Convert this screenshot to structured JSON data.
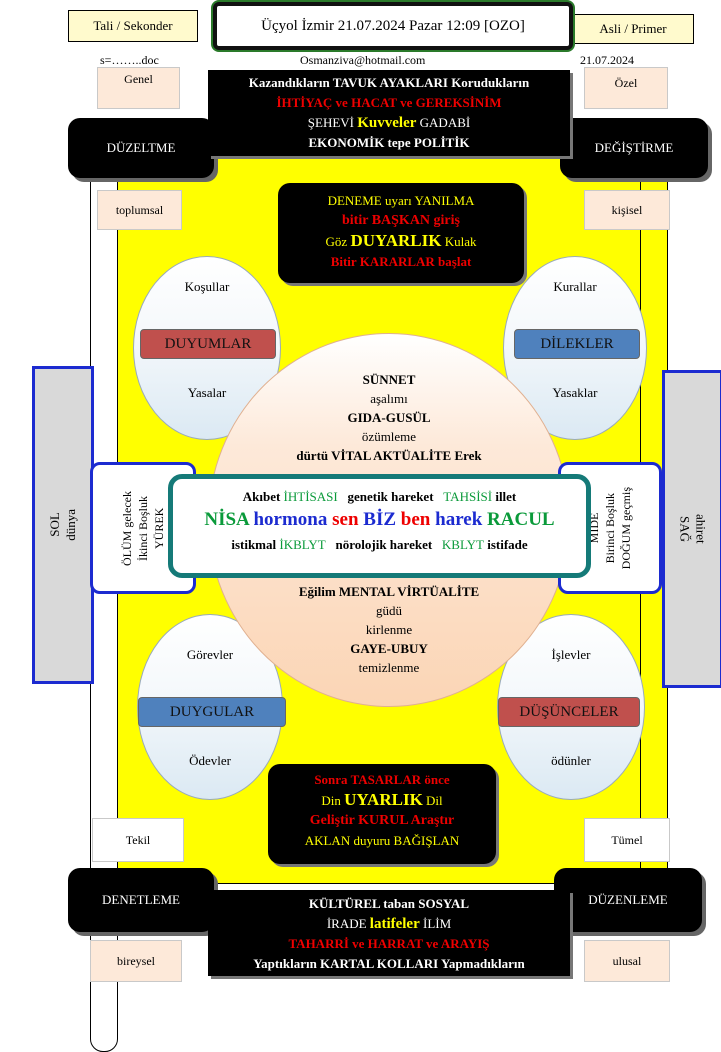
{
  "header": {
    "left_scroll": "Tali  / Sekonder",
    "right_scroll": "Asli / Primer",
    "title": "Üçyol İzmir 21.07.2024 Pazar 12:09 [OZO]",
    "file": "s=……..doc",
    "email": "Osmanziva@hotmail.com",
    "date": "21.07.2024"
  },
  "corners": {
    "genel": "Genel",
    "ozel": "Özel",
    "toplumsal": "toplumsal",
    "kisisel": "kişisel",
    "tekil": "Tekil",
    "tumel": "Tümel",
    "bireysel": "bireysel",
    "ulusal": "ulusal"
  },
  "buttons": {
    "duzeltme": "DÜZELTME",
    "degistirme": "DEĞİŞTİRME",
    "denetleme": "DENETLEME",
    "duzenleme": "DÜZENLEME"
  },
  "top_block": {
    "l1": "Kazandıkların TAVUK AYAKLARI Korudukların",
    "l2": "İHTİYAÇ ve HACAT ve GEREKSİNİM",
    "l3a": "ŞEHEVİ ",
    "l3b": "Kuvveler",
    "l3c": " GADABİ",
    "l4": "EKONOMİK  tepe POLİTİK"
  },
  "upper_center": {
    "l1": "DENEME uyarı YANILMA",
    "l2": "bitir BAŞKAN giriş",
    "l3a": "Göz ",
    "l3b": "DUYARLIK",
    "l3c": " Kulak",
    "l4": "Bitir KARARLAR başlat"
  },
  "lower_center": {
    "l1": "Sonra TASARLAR önce",
    "l2a": "Din ",
    "l2b": "UYARLIK",
    "l2c": " Dil",
    "l3": "Geliştir KURUL Araştır",
    "l4": "AKLAN duyuru BAĞIŞLAN"
  },
  "bottom_block": {
    "l1": "KÜLTÜREL taban  SOSYAL",
    "l2a": "İRADE ",
    "l2b": "latifeler",
    "l2c": " İLİM",
    "l3": "TAHARRİ ve HARRAT ve ARAYIŞ",
    "l4": "Yaptıkların KARTAL KOLLARI Yapmadıkların"
  },
  "ovals": {
    "tl": {
      "top": "Koşullar",
      "pill": "DUYUMLAR",
      "bottom": "Yasalar"
    },
    "tr": {
      "top": "Kurallar",
      "pill": "DİLEKLER",
      "bottom": "Yasaklar"
    },
    "bl": {
      "top": "Görevler",
      "pill": "DUYGULAR",
      "bottom": "Ödevler"
    },
    "br": {
      "top": "İşlevler",
      "pill": "DÜŞÜNCELER",
      "bottom": "ödünler"
    }
  },
  "big_oval": {
    "t1": "SÜNNET",
    "t2": "aşalımı",
    "t3": "GIDA-GUSÜL",
    "t4": "özümleme",
    "t5": "dürtü VİTAL AKTÜALİTE Erek",
    "b1": "Eğilim MENTAL VİRTÜALİTE",
    "b2": "güdü",
    "b3": "kirlenme",
    "b4": "GAYE-UBUY",
    "b5": "temizlenme"
  },
  "teal": {
    "r1a": "Akıbet ",
    "r1b": "İHTİSASI",
    "r1c": "   genetik hareket   ",
    "r1d": "TAHSİSİ",
    "r1e": " illet",
    "r2a": "NİSA ",
    "r2b": "hormona ",
    "r2c": "sen ",
    "r2d": "BİZ ",
    "r2e": "ben ",
    "r2f": "harek ",
    "r2g": "RACUL",
    "r3a": "istikmal ",
    "r3b": "İKBLYT",
    "r3c": "   nörolojik hareket   ",
    "r3d": "KBLYT",
    "r3e": " istifade"
  },
  "sides": {
    "left_outer_1": "SOL",
    "left_outer_2": "dünya",
    "left_inner_1": "ÖLÜM gelecek",
    "left_inner_2": "İkinci Boşluk",
    "left_inner_3": "YÜREK",
    "right_inner_1": "MİDE",
    "right_inner_2": "Birinci Boşluk",
    "right_inner_3": "DOĞUM geçmiş",
    "right_outer_1": "ahiret",
    "right_outer_2": "SAĞ"
  },
  "colors": {
    "yellow": "#ffff00",
    "blue_border": "#1c2bd0",
    "teal": "#157a78",
    "pill_red": "#c0504d",
    "pill_blue": "#4f81bd",
    "peach": "#fde9d9"
  }
}
